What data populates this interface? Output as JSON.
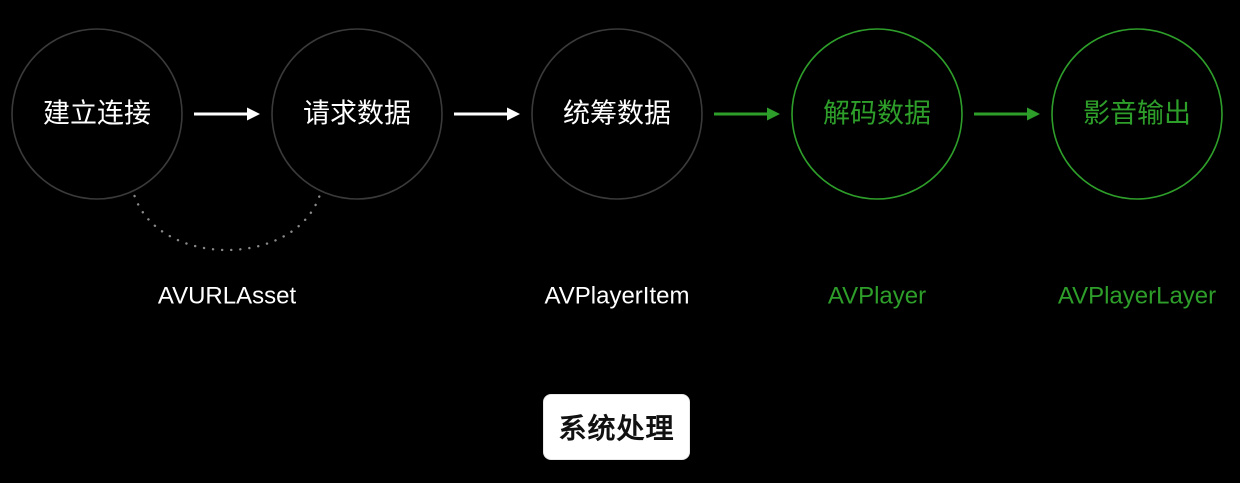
{
  "nodes": [
    {
      "label": "建立连接",
      "color": "#ffffff",
      "ring": "#3a3a3a"
    },
    {
      "label": "请求数据",
      "color": "#ffffff",
      "ring": "#3a3a3a"
    },
    {
      "label": "统筹数据",
      "color": "#ffffff",
      "ring": "#3a3a3a"
    },
    {
      "label": "解码数据",
      "color": "#2e9e2a",
      "ring": "#2e9e2a"
    },
    {
      "label": "影音输出",
      "color": "#2e9e2a",
      "ring": "#2e9e2a"
    }
  ],
  "arrows": [
    {
      "from": "建立连接",
      "to": "请求数据",
      "color": "#ffffff"
    },
    {
      "from": "请求数据",
      "to": "统筹数据",
      "color": "#ffffff"
    },
    {
      "from": "统筹数据",
      "to": "解码数据",
      "color": "#2e9e2a"
    },
    {
      "from": "解码数据",
      "to": "影音输出",
      "color": "#2e9e2a"
    }
  ],
  "group_labels": [
    {
      "label": "AVURLAsset",
      "color": "#ffffff",
      "covers": [
        "建立连接",
        "请求数据"
      ]
    },
    {
      "label": "AVPlayerItem",
      "color": "#ffffff",
      "covers": [
        "统筹数据"
      ]
    },
    {
      "label": "AVPlayer",
      "color": "#2e9e2a",
      "covers": [
        "解码数据"
      ]
    },
    {
      "label": "AVPlayerLayer",
      "color": "#2e9e2a",
      "covers": [
        "影音输出"
      ]
    }
  ],
  "dotted_link_color": "#888888",
  "badge": {
    "label": "系统处理",
    "background": "#ffffff",
    "text_color": "#111111"
  }
}
